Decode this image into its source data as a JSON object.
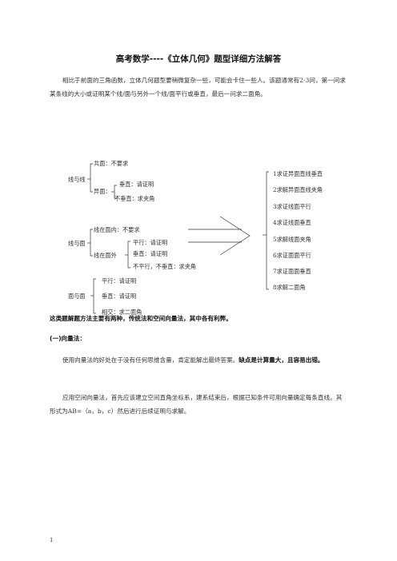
{
  "title": "高考数学----《立体几何》题型详细方法解答",
  "intro": "相比于前面的三角函数，立体几何题型要稍微复杂一些，可能会卡住一些人。该题通常有2-3问，第一问求某条线的大小或证明某个线/面与另外一个线/面平行或垂直，最后一问求二面角。",
  "diagram": {
    "line_line": {
      "label": "线与线",
      "coplanar": "共面：不要求",
      "skew": "异面：",
      "perpendicular": "垂直：请证明",
      "not_perpendicular": "不垂直：求夹角"
    },
    "line_plane": {
      "label": "线与面",
      "in_plane": "线在面内：不要求",
      "out_plane": "线在面外",
      "parallel": "平行：请证明",
      "perpendicular": "垂直：请证明",
      "neither": "不平行，不垂直：求夹角"
    },
    "plane_plane": {
      "label": "面与面",
      "parallel": "平行：请证明",
      "perpendicular": "垂直：请证明",
      "intersect": "相交：求二面角"
    },
    "tasks": [
      "1求证异面直线垂直",
      "2求解异面直线夹角",
      "3求证线面平行",
      "4求证线面垂直",
      "5求解线面夹角",
      "6求证面面平行",
      "7求证面面垂直",
      "8求解二面角"
    ]
  },
  "summary": "这类题解题方法主要有两种，传统法和空间向量法，其中各有利弊。",
  "section1_heading": "(一)向量法：",
  "section1_p1_normal": "使用向量法的好处在于没有任何思维含量，肯定能解出最终答案。",
  "section1_p1_bold": "缺点是计算量大，且容易出错。",
  "section1_p2": "应用空间向量法，首先应该建立空间直角坐标系，建系结束后，根据已知条件可用向量确定每条直线。其形式为AB=（a，b，c）然后进行后续证明与求解。",
  "page_number": "1"
}
